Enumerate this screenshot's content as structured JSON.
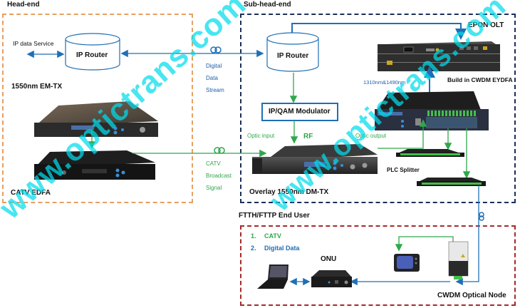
{
  "sections": {
    "head_end": {
      "title": "Head-end"
    },
    "sub_head_end": {
      "title": "Sub-head-end"
    },
    "end_user": {
      "title": "FTTH/FTTP End User"
    }
  },
  "head_end": {
    "ip_data_service": "IP data Service",
    "ip_router": "IP Router",
    "em_tx": "1550nm EM-TX",
    "catv_edfa": "CATV EDFA"
  },
  "links": {
    "digital_data_stream": [
      "Digital",
      "Data",
      "Stream"
    ],
    "catv_broadcast_signal": [
      "CATV",
      "Broadcast",
      "Signal"
    ]
  },
  "sub_head_end": {
    "ip_router": "IP Router",
    "epon_olt": "EPON OLT",
    "wavelengths": "1310nm&1490nm",
    "build_in": "Build in CWDM EYDFA",
    "qam_modulator": "IP/QAM Modulator",
    "optic_input": "Optic input",
    "rf": "RF",
    "optic_output": "Optic output",
    "plc_splitter": "PLC Splitter",
    "dm_tx": "Overlay 1550nm DM-TX"
  },
  "end_user": {
    "services": [
      {
        "num": "1.",
        "label": "CATV"
      },
      {
        "num": "2.",
        "label": "Digital Data"
      }
    ],
    "onu": "ONU",
    "optical_node": "CWDM Optical Node"
  },
  "watermark": "www.optictrans.com",
  "colors": {
    "head_end_border": "#e8a060",
    "sub_head_end_border": "#1b2e5a",
    "end_user_border": "#a52a2a",
    "digital_line": "#1f6fb5",
    "catv_line": "#2ea84a",
    "watermark": "#00dceb"
  }
}
